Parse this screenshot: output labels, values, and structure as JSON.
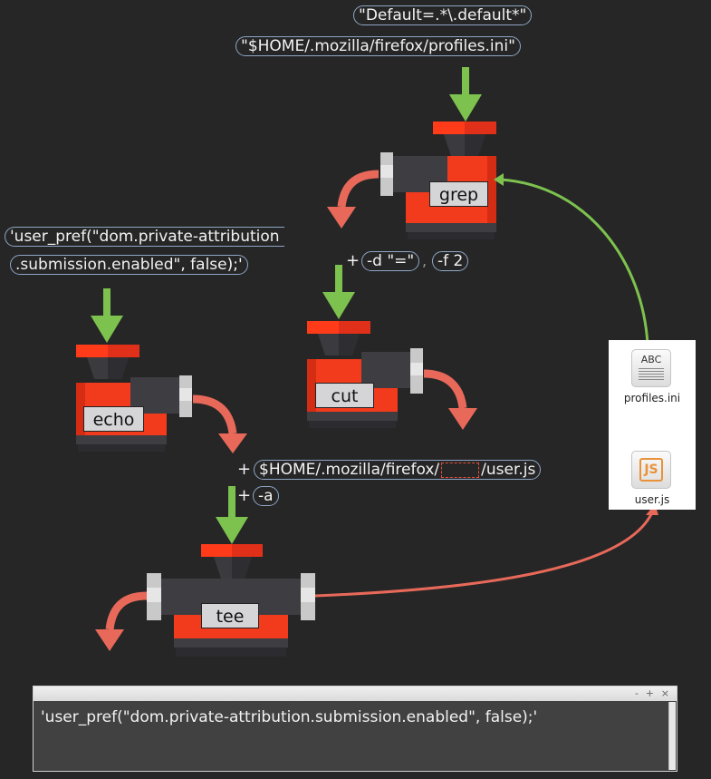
{
  "inputs": {
    "grep_pattern": "\"Default=.*\\.default*\"",
    "grep_file": "\"$HOME/.mozilla/firefox/profiles.ini\"",
    "echo_line1": "'user_pref(\"dom.private-attribution",
    "echo_line2": ".submission.enabled\", false);'"
  },
  "cut_args": {
    "plus": "+",
    "delim": "-d \"=\"",
    "comma": ",",
    "field": "-f 2"
  },
  "tee_args": {
    "plus1": "+",
    "path_prefix": "$HOME/.mozilla/firefox/",
    "path_suffix": "/user.js",
    "plus2": "+",
    "append": "-a"
  },
  "machines": {
    "grep": "grep",
    "cut": "cut",
    "echo": "echo",
    "tee": "tee"
  },
  "files": {
    "profiles": {
      "icon_text": "ABC",
      "name": "profiles.ini"
    },
    "userjs": {
      "icon_text": "JS",
      "name": "user.js"
    }
  },
  "terminal": {
    "buttons": {
      "minimize": "-",
      "maximize": "+",
      "close": "×"
    },
    "output": "'user_pref(\"dom.private-attribution.submission.enabled\", false);'"
  },
  "colors": {
    "background": "#262626",
    "machine_body": "#f23b1d",
    "machine_dark": "#3e3d42",
    "input_arrow": "#7dc24e",
    "output_arrow": "#e8695a",
    "pill_border": "#8ea6c5"
  }
}
